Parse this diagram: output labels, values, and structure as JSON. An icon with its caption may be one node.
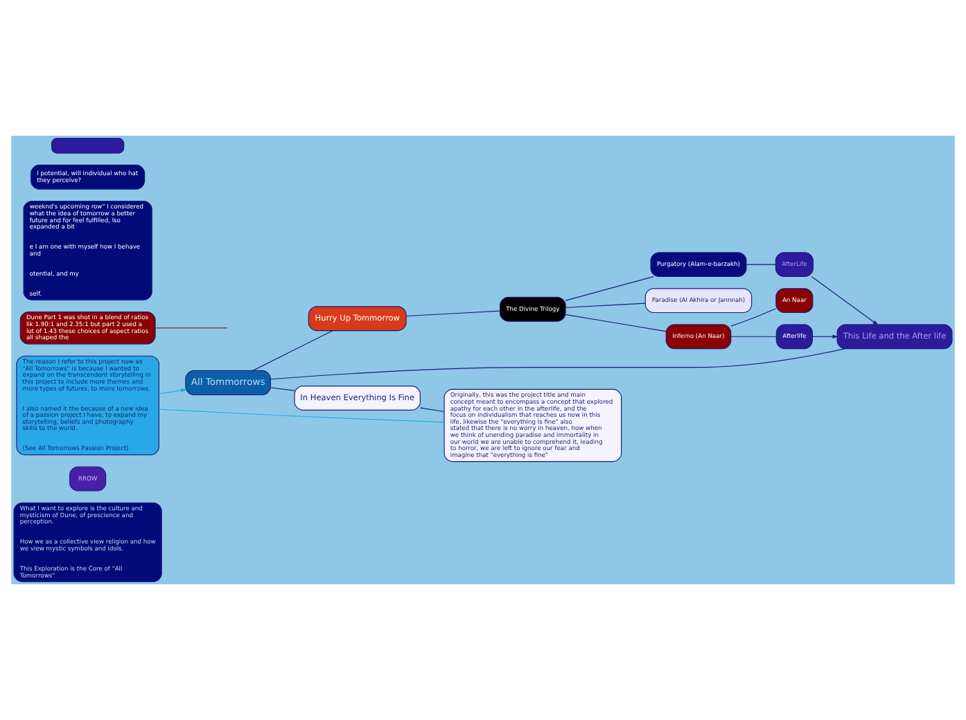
{
  "diagram": {
    "nodes": [
      {
        "text": [
          "What I want to explore is the culture and mysticism of Dune, of prescience and perception.",
          "How we as a collective view religion and how we view mystic symbols and idols.",
          "This Exploration is the Core of \"All Tomorrows\""
        ]
      },
      {
        "text": [
          "RROW"
        ]
      },
      {
        "text": [
          "All Tommorrows"
        ]
      },
      {
        "text": [
          "The reason I refer to this project now as \"All Tomorrows\" is because I wanted to expand on the transcendent storytelling in this project to include more themes and more types of futures, to more tomorrows.",
          "I also named it the because of a new idea of a passion project I have, to expand my storytelling, beliefs and photography skills to the world.",
          "(See All Tomorrows Passion Project)"
        ]
      },
      {
        "text": [
          "Dune Part 1 was shot in a blend of ratios lik 1.90:1 and 2.35:1 but part 2 used a lot of 1.43 these choices of aspect ratios all shaped the"
        ]
      },
      {
        "text": [
          "In Heaven Everything Is Fine"
        ]
      },
      {
        "text": [
          "Originally, this was the project title and main concept meant to encompass a concept that explored apathy for each other in the afterlife, and the focus on individualism that reaches us now in this life, likewise the \"everything is fine\" also stated that there is no worry in heaven, how when we think of unending paradise and immortality in our world we are unable to comprehend it, leading to horror, we are left to ignore our fear and imagine that \"everything is fine\""
        ]
      },
      {
        "text": [
          "weeknd's upcoming row\" I considered what the idea of tomorrow a better future and for feel fulfilled, lso expanded a bit",
          "e I am one with myself how I behave and",
          "otential, and my",
          "self."
        ]
      },
      {
        "text": [
          "Hurry Up Tommorrow"
        ]
      },
      {
        "text": [
          "The Divine Trilogy"
        ]
      },
      {
        "text": [
          "Paradise (Al Akhira or Jannnah)"
        ]
      },
      {
        "text": [
          "Purgatory (Alam-e-barzakh)"
        ]
      },
      {
        "text": [
          "Inferno (An Naar)"
        ]
      },
      {
        "text": [
          "An Naar"
        ]
      },
      {
        "text": [
          "This Life and the After life"
        ]
      },
      {
        "text": [
          "Afterlife"
        ]
      },
      {
        "text": [
          "l potential, will individual who hat they perceive?"
        ]
      },
      {
        "text": [
          "AfterLife"
        ]
      },
      {
        "text": [],
        "shape": "box"
      }
    ],
    "edges": [
      {
        "from": 3,
        "to": 2,
        "arrow": "to",
        "color": "#29a8e0"
      },
      {
        "from": 3,
        "to": 6,
        "arrow": "none",
        "color": "#29a8e0"
      },
      {
        "from": null,
        "to": 4,
        "arrow": "none",
        "color": "#8b0000"
      },
      {
        "from": 2,
        "to": 5,
        "arrow": "none"
      },
      {
        "from": 5,
        "to": 6,
        "arrow": "none"
      },
      {
        "from": 2,
        "to": 8,
        "arrow": "none"
      },
      {
        "from": 8,
        "to": 9,
        "arrow": "none"
      },
      {
        "from": 9,
        "to": 10,
        "arrow": "none"
      },
      {
        "from": 9,
        "to": 11,
        "arrow": "none"
      },
      {
        "from": 9,
        "to": 12,
        "arrow": "none"
      },
      {
        "from": 12,
        "to": 13,
        "arrow": "none"
      },
      {
        "from": 2,
        "to": 14,
        "arrow": "none"
      },
      {
        "from": 12,
        "to": 15,
        "arrow": "none"
      },
      {
        "from": 15,
        "to": 14,
        "arrow": "to"
      },
      {
        "from": 11,
        "to": 17,
        "arrow": "none"
      },
      {
        "from": 17,
        "to": 14,
        "arrow": "to"
      }
    ]
  }
}
